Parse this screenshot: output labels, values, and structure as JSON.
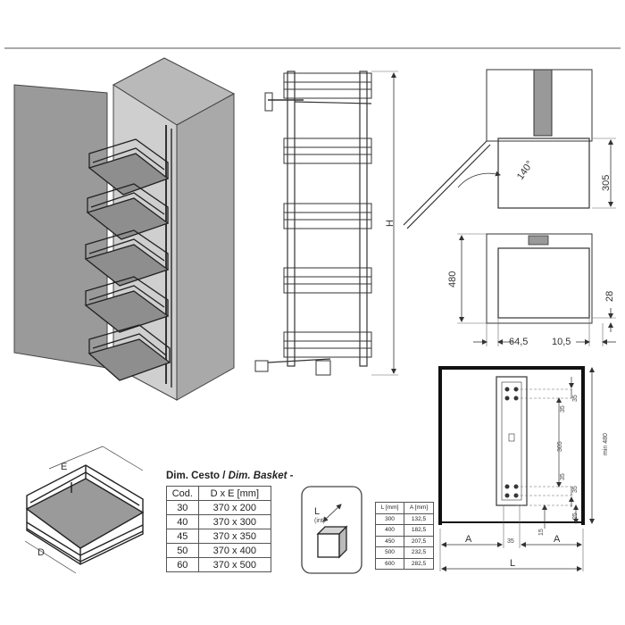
{
  "dims": {
    "h": "H",
    "angle": "140°",
    "d305": "305",
    "d480": "480",
    "d28": "28",
    "d64": "64,5",
    "d10": "10,5",
    "b35a": "35",
    "b35b": "35",
    "b305": "305",
    "b35c": "35",
    "b35d": "35",
    "b25": "25",
    "b15": "15",
    "min480": "min 480",
    "a_left": "A",
    "b35": "35",
    "a_right": "A",
    "l": "L",
    "basket_e": "E",
    "basket_d": "D",
    "icon_l": "L",
    "icon_int": "(int)"
  },
  "table_basket": {
    "title_plain": "Dim. Cesto / ",
    "title_italic": "Dim. Basket -",
    "headers": [
      "Cod.",
      "D x E [mm]"
    ],
    "rows": [
      [
        "30",
        "370 x 200"
      ],
      [
        "40",
        "370 x 300"
      ],
      [
        "45",
        "370 x 350"
      ],
      [
        "50",
        "370 x 400"
      ],
      [
        "60",
        "370 x 500"
      ]
    ]
  },
  "table_l": {
    "headers": [
      "L [mm]",
      "A [mm]"
    ],
    "rows": [
      [
        "300",
        "132,5"
      ],
      [
        "400",
        "182,5"
      ],
      [
        "450",
        "207,5"
      ],
      [
        "500",
        "232,5"
      ],
      [
        "600",
        "282,5"
      ]
    ]
  }
}
